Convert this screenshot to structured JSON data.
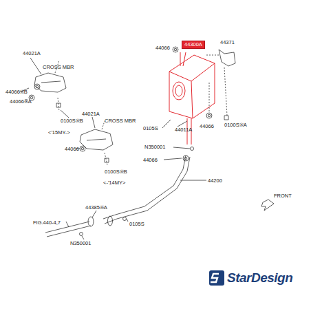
{
  "diagram": {
    "nodes": [
      {
        "text": [
          "44300A"
        ]
      }
    ],
    "labels": [
      "44021A",
      "CROSS MBR",
      "44066※B",
      "44066※A",
      "0100S※B",
      "<'15MY->",
      "44021A",
      "CROSS MBR",
      "44066",
      "0100S※B",
      "<-'14MY>",
      "44385※A",
      "FIG.440-4,7",
      "N350001",
      "0105S",
      "44066",
      "44371",
      "0105S",
      "44011A",
      "44066",
      "0100S※A",
      "N350001",
      "44066",
      "44200",
      "FRONT",
      "StarDesign"
    ]
  }
}
